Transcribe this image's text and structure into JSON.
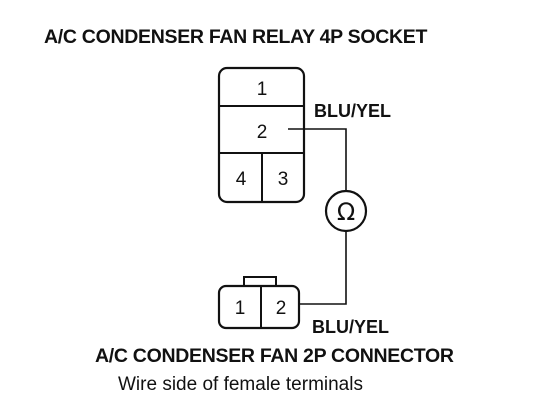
{
  "relay_socket": {
    "title": "A/C CONDENSER FAN RELAY 4P SOCKET",
    "pins": [
      "1",
      "2",
      "4",
      "3"
    ],
    "wire_label": "BLU/YEL"
  },
  "meter": {
    "symbol": "Ω"
  },
  "fan_connector": {
    "title": "A/C CONDENSER FAN 2P CONNECTOR",
    "subtitle": "Wire side of female terminals",
    "pins": [
      "1",
      "2"
    ],
    "wire_label": "BLU/YEL"
  }
}
